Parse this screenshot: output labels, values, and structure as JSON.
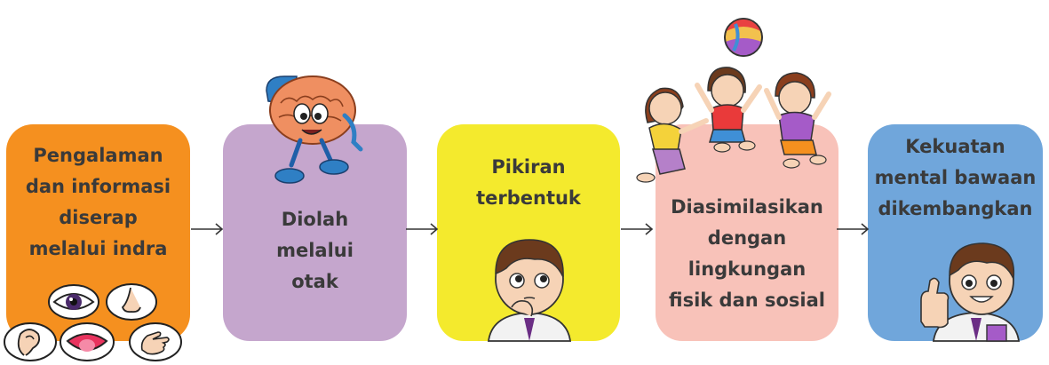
{
  "steps": [
    {
      "label": "Pengalaman\ndan informasi\ndiserap\nmelalui indra",
      "color": "#f5901f"
    },
    {
      "label": "Diolah\nmelalui\notak",
      "color": "#c5a6cd"
    },
    {
      "label": "Pikiran\nterbentuk",
      "color": "#f4ea2d"
    },
    {
      "label": "Diasimilasikan\ndengan\nlingkungan\nfisik dan sosial",
      "color": "#f8c2b9"
    },
    {
      "label": "Kekuatan\nmental bawaan\ndikembangkan",
      "color": "#70a6db"
    }
  ],
  "illustrations": [
    {
      "name": "eye-icon"
    },
    {
      "name": "nose-icon"
    },
    {
      "name": "ear-icon"
    },
    {
      "name": "mouth-icon"
    },
    {
      "name": "hand-icon"
    },
    {
      "name": "brain-character-illustration"
    },
    {
      "name": "thinking-boy-illustration"
    },
    {
      "name": "ball-icon"
    },
    {
      "name": "playing-children-illustration"
    },
    {
      "name": "thumbs-up-boy-illustration"
    }
  ]
}
